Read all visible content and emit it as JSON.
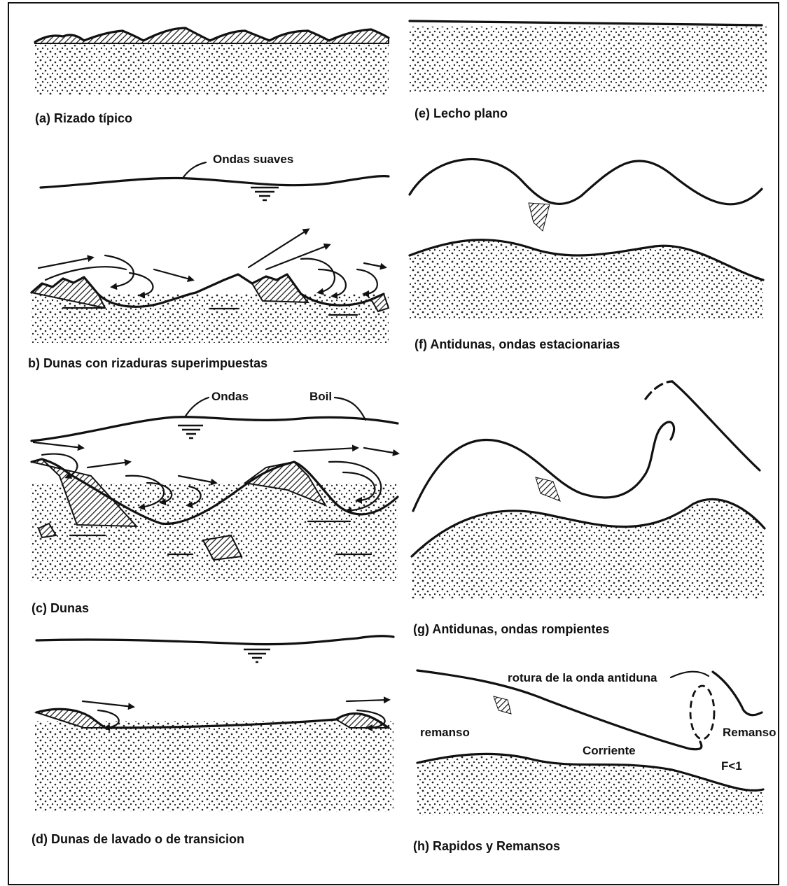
{
  "panels": {
    "a": {
      "caption": "(a)  Rizado típico"
    },
    "b": {
      "caption": "b)  Dunas con rizaduras superimpuestas",
      "labels": [
        "Ondas suaves"
      ]
    },
    "c": {
      "caption": "(c)  Dunas",
      "labels": [
        "Ondas",
        "Boil"
      ]
    },
    "d": {
      "caption": "(d)  Dunas de lavado o de transicion"
    },
    "e": {
      "caption": "(e)  Lecho plano"
    },
    "f": {
      "caption": "(f)  Antidunas, ondas estacionarias"
    },
    "g": {
      "caption": "(g)  Antidunas,  ondas rompientes"
    },
    "h": {
      "caption": "(h)  Rapidos y Remansos",
      "labels": [
        "rotura de la onda antiduna",
        "remanso",
        "Remanso",
        "Corriente",
        "F<1"
      ]
    }
  },
  "colors": {
    "ink": "#111111",
    "background": "#ffffff"
  }
}
